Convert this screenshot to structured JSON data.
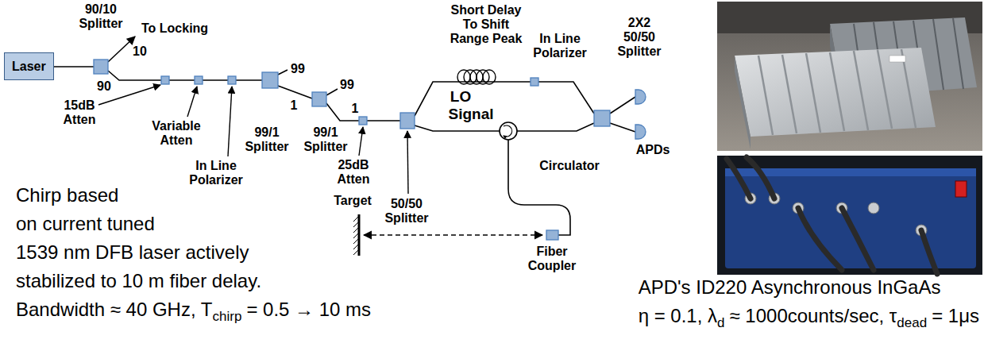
{
  "diagram": {
    "nodes": [
      {
        "text": [
          "Laser"
        ]
      }
    ],
    "labels": [
      "90/10 Splitter",
      "To Locking",
      "10",
      "90",
      "15dB Atten",
      "Variable Atten",
      "In Line Polarizer",
      "99",
      "1",
      "99/1 Splitter",
      "99",
      "1",
      "99/1 Splitter",
      "25dB Atten",
      "50/50 Splitter",
      "Short Delay To Shift Range Peak",
      "LO",
      "Signal",
      "In Line Polarizer",
      "2X2 50/50 Splitter",
      "APDs",
      "Circulator",
      "Target",
      "Fiber Coupler",
      "Chirp based on current tuned 1539 nm DFB laser actively stabilized to 10 m fiber delay.",
      "Bandwidth ≈ 40 GHz, T",
      "chirp",
      "= 0.5 → 10 ms",
      "APD's ID220 Asynchronous InGaAs",
      "η = 0.1, λ",
      "d",
      "≈ 1000counts/sec, τ",
      "dead",
      "= 1μs"
    ]
  }
}
